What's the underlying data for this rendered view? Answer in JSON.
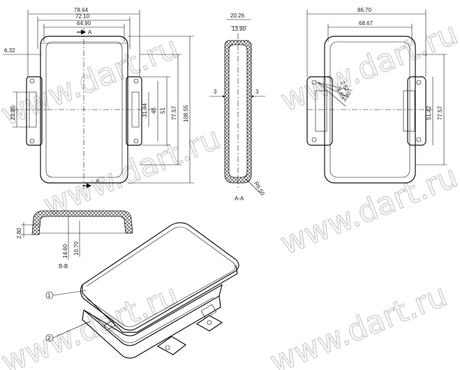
{
  "watermark_text": "www.dart.ru",
  "front_view": {
    "dims": {
      "overall_width": "78.64",
      "width_2": "72.10",
      "width_3": "64.90",
      "left_offset": "6.32",
      "height_overall": "108.55",
      "height_2": "77.57",
      "height_3": "51",
      "height_4": "46",
      "height_5": "31.94",
      "left_height": "23.95"
    },
    "section_marker": "A"
  },
  "section_aa": {
    "dims": {
      "top_1": "20.26",
      "top_2": "13.90",
      "wall_left": "3",
      "wall_right": "3",
      "radius": "R6.50"
    },
    "label": "A-A"
  },
  "side_view": {
    "dims": {
      "overall_width": "86.70",
      "width_2": "68.67",
      "height_1": "51.42",
      "height_2": "77.57",
      "angled_1": "2.62",
      "angled_2": "8.65",
      "angled_3": "3.80"
    }
  },
  "section_bb": {
    "dims": {
      "d1": "14.60",
      "d2": "10.70",
      "d3": "2.80"
    },
    "label": "B-B"
  },
  "callouts": [
    "1",
    "2"
  ]
}
